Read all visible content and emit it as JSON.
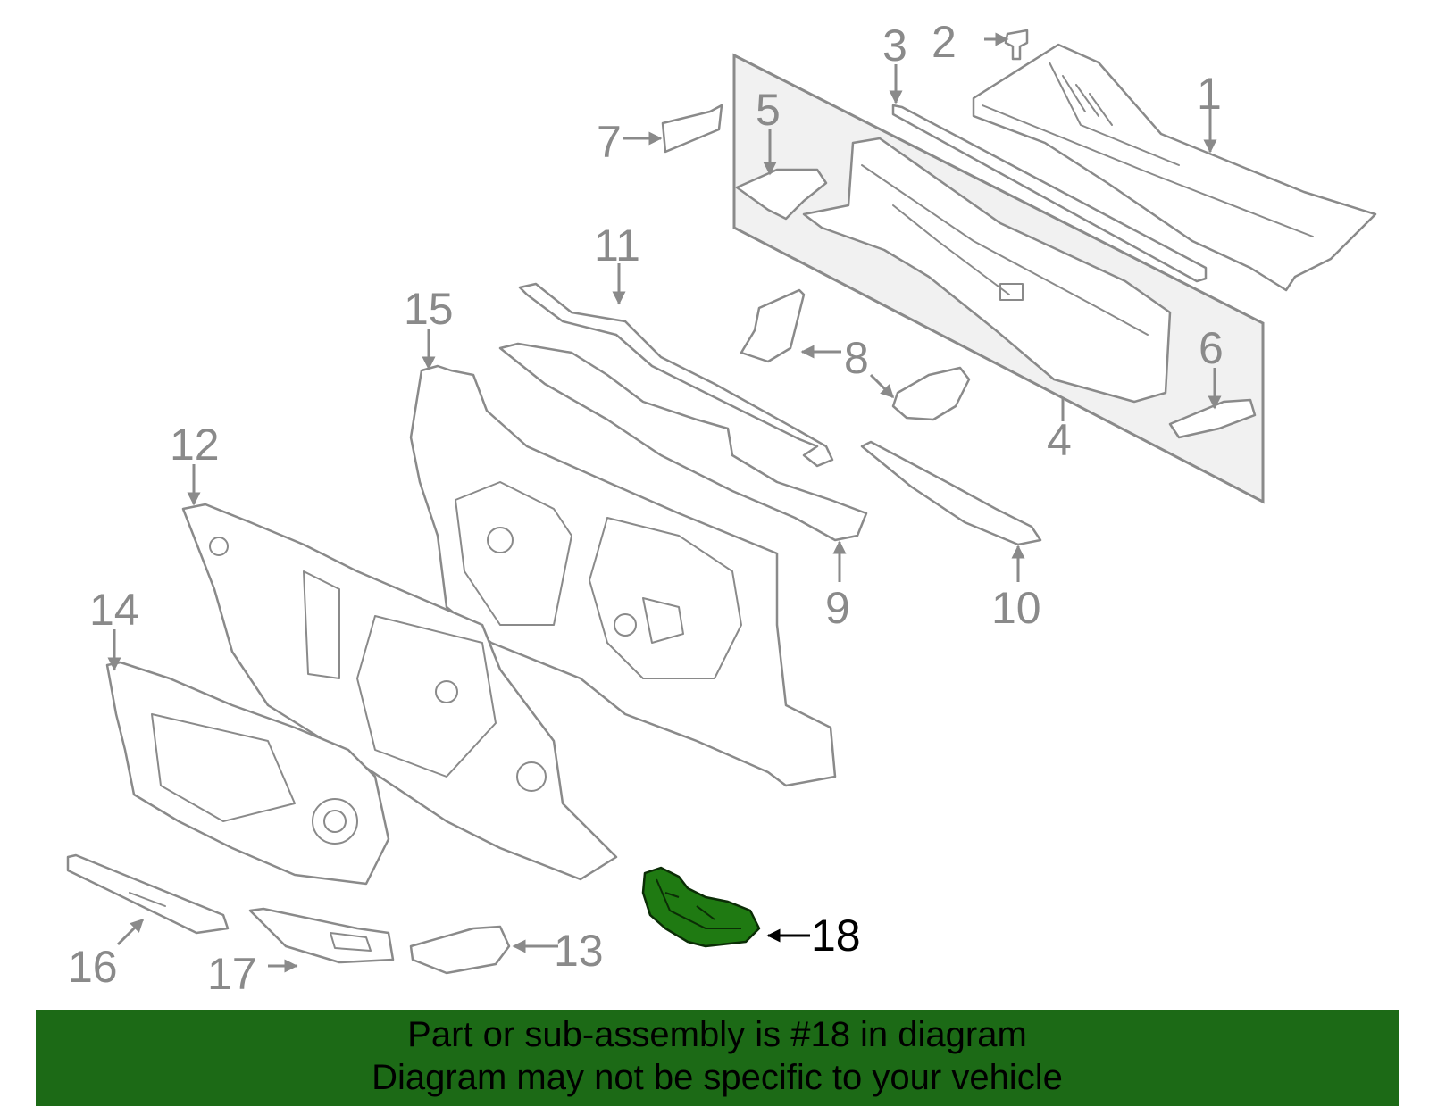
{
  "diagram": {
    "callouts": [
      "1",
      "2",
      "3",
      "4",
      "5",
      "6",
      "7",
      "8",
      "9",
      "10",
      "11",
      "12",
      "13",
      "14",
      "15",
      "16",
      "17",
      "18"
    ],
    "highlighted_part": "18",
    "colors": {
      "part_outline": "#8a8a8a",
      "highlight_fill": "#1f7a12",
      "inset_fill": "#f1f1f1",
      "banner": "#1c6a16"
    }
  },
  "banner": {
    "line1": "Part or sub-assembly is #18 in diagram",
    "line2": "Diagram may not be specific to your vehicle"
  }
}
